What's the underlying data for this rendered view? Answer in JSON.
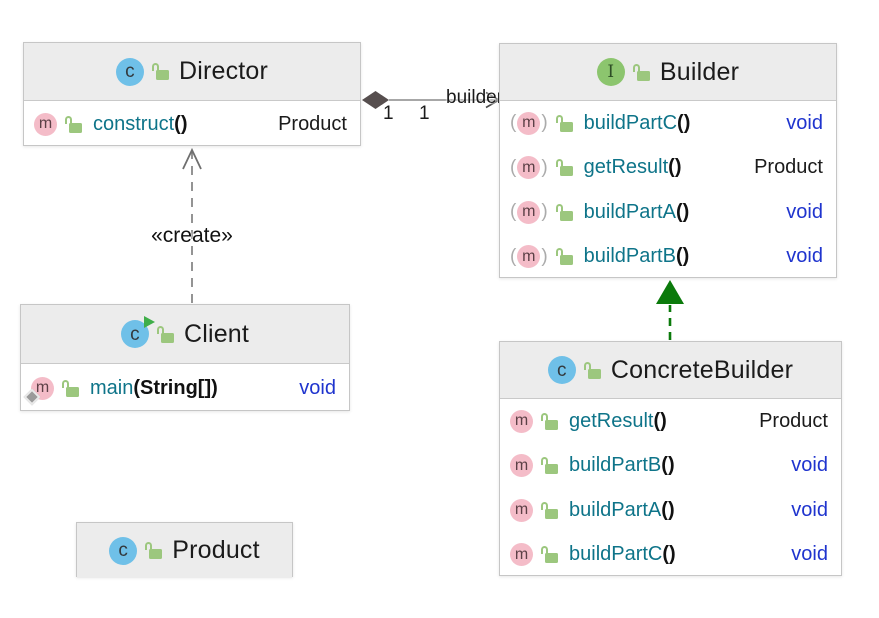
{
  "diagram": {
    "kind": "uml-class-diagram",
    "pattern": "Builder"
  },
  "icons": {
    "class_letter": "c",
    "interface_letter": "I",
    "method_letter": "m"
  },
  "classes": {
    "director": {
      "name": "Director",
      "stereotype": "class",
      "members": [
        {
          "name": "construct",
          "params": "()",
          "type": "Product"
        }
      ]
    },
    "builder": {
      "name": "Builder",
      "stereotype": "interface",
      "members": [
        {
          "name": "buildPartC",
          "params": "()",
          "type": "void"
        },
        {
          "name": "getResult",
          "params": "()",
          "type": "Product"
        },
        {
          "name": "buildPartA",
          "params": "()",
          "type": "void"
        },
        {
          "name": "buildPartB",
          "params": "()",
          "type": "void"
        }
      ]
    },
    "client": {
      "name": "Client",
      "stereotype": "runnable-class",
      "members": [
        {
          "name": "main",
          "params": "(String[])",
          "type": "void"
        }
      ]
    },
    "concrete_builder": {
      "name": "ConcreteBuilder",
      "stereotype": "class",
      "members": [
        {
          "name": "getResult",
          "params": "()",
          "type": "Product"
        },
        {
          "name": "buildPartB",
          "params": "()",
          "type": "void"
        },
        {
          "name": "buildPartA",
          "params": "()",
          "type": "void"
        },
        {
          "name": "buildPartC",
          "params": "()",
          "type": "void"
        }
      ]
    },
    "product": {
      "name": "Product",
      "stereotype": "class",
      "members": []
    }
  },
  "edges": {
    "aggregation": {
      "from": "Director",
      "to": "Builder",
      "source_multiplicity": "1",
      "target_multiplicity": "1",
      "label": "builder"
    },
    "create_dependency": {
      "from": "Client",
      "to": "Director",
      "label": "«create»"
    },
    "realization": {
      "from": "ConcreteBuilder",
      "to": "Builder"
    }
  },
  "colors": {
    "header_bg": "#ececec",
    "box_border": "#c6c6c6",
    "class_icon_blue": "#6fc0e8",
    "interface_icon_green": "#8cc56e",
    "method_icon_pink": "#f4bcc8",
    "lock_icon_green": "#9cc77e",
    "method_name_teal": "#0e7489",
    "keyword_blue": "#1f34ce",
    "relation_gray": "#7c7c7c",
    "diamond_dark": "#564e4e",
    "realization_green": "#0b7a0b"
  }
}
